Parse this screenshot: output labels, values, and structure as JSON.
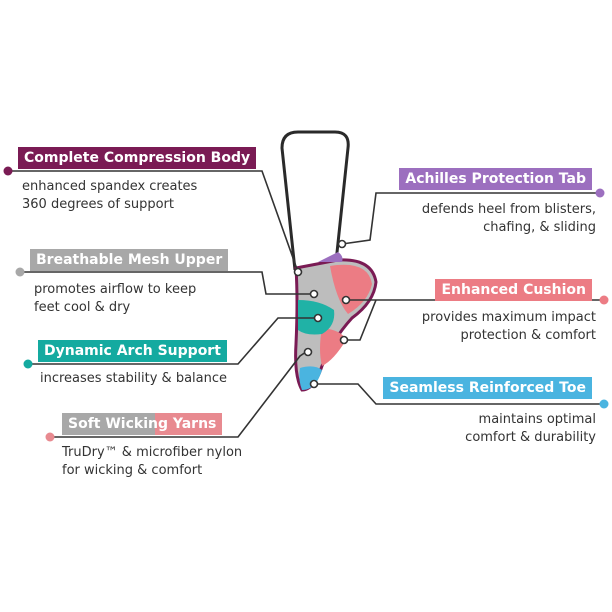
{
  "features": [
    {
      "id": "compression-body",
      "title": "Complete Compression Body",
      "lines": [
        "enhanced spandex creates",
        "360 degrees of support"
      ],
      "color": "#7a1b54"
    },
    {
      "id": "mesh-upper",
      "title": "Breathable Mesh Upper",
      "lines": [
        "promotes airflow to keep",
        "feet cool & dry"
      ],
      "color": "#a8a8a8"
    },
    {
      "id": "arch-support",
      "title": "Dynamic Arch Support",
      "lines": [
        "increases stability & balance"
      ],
      "color": "#14aaa0"
    },
    {
      "id": "wicking-yarns",
      "title": "Soft Wicking Yarns",
      "lines": [
        "TruDry™ & microfiber nylon",
        "for wicking & comfort"
      ],
      "color": "#e88a90",
      "color_alt": "#a8a8a8"
    },
    {
      "id": "achilles-tab",
      "title": "Achilles Protection Tab",
      "lines": [
        "defends heel from blisters,",
        "chafing, & sliding"
      ],
      "color": "#9c6fbf"
    },
    {
      "id": "enhanced-cushion",
      "title": "Enhanced Cushion",
      "lines": [
        "provides maximum impact",
        "protection & comfort"
      ],
      "color": "#ec7c84"
    },
    {
      "id": "reinforced-toe",
      "title": "Seamless Reinforced Toe",
      "lines": [
        "maintains optimal",
        "comfort & durability"
      ],
      "color": "#4ab4e0"
    }
  ],
  "colors": {
    "outline": "#2a2a2a",
    "sock_outline": "#7a1b54",
    "mesh": "#bdbdbd",
    "teal": "#20b2a6",
    "pink": "#ec7c84",
    "purple": "#9c6fbf",
    "blue": "#4ab4e0"
  }
}
